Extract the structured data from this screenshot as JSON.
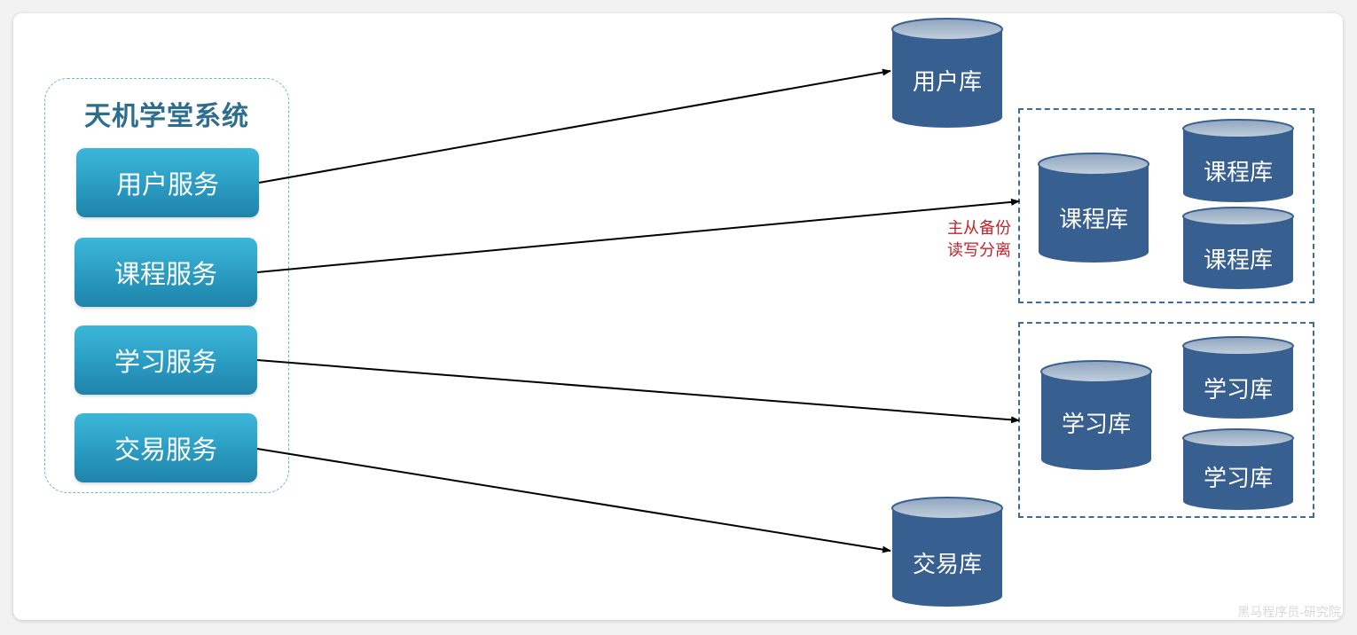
{
  "system": {
    "title": "天机学堂系统"
  },
  "services": [
    {
      "label": "用户服务"
    },
    {
      "label": "课程服务"
    },
    {
      "label": "学习服务"
    },
    {
      "label": "交易服务"
    }
  ],
  "databases": {
    "user": "用户库",
    "course_master": "课程库",
    "course_replica_1": "课程库",
    "course_replica_2": "课程库",
    "learning_master": "学习库",
    "learning_replica_1": "学习库",
    "learning_replica_2": "学习库",
    "trade": "交易库"
  },
  "annotation": {
    "line1": "主从备份",
    "line2": "读写分离"
  },
  "watermark": "黑马程序员-研究院",
  "colors": {
    "service_fill": "#2a9bc2",
    "db_fill": "#375f8f",
    "db_top": "#a9b9cc",
    "annotation": "#c0232b",
    "group_border": "#6cb6d8",
    "replica_border": "#3f6c96"
  }
}
